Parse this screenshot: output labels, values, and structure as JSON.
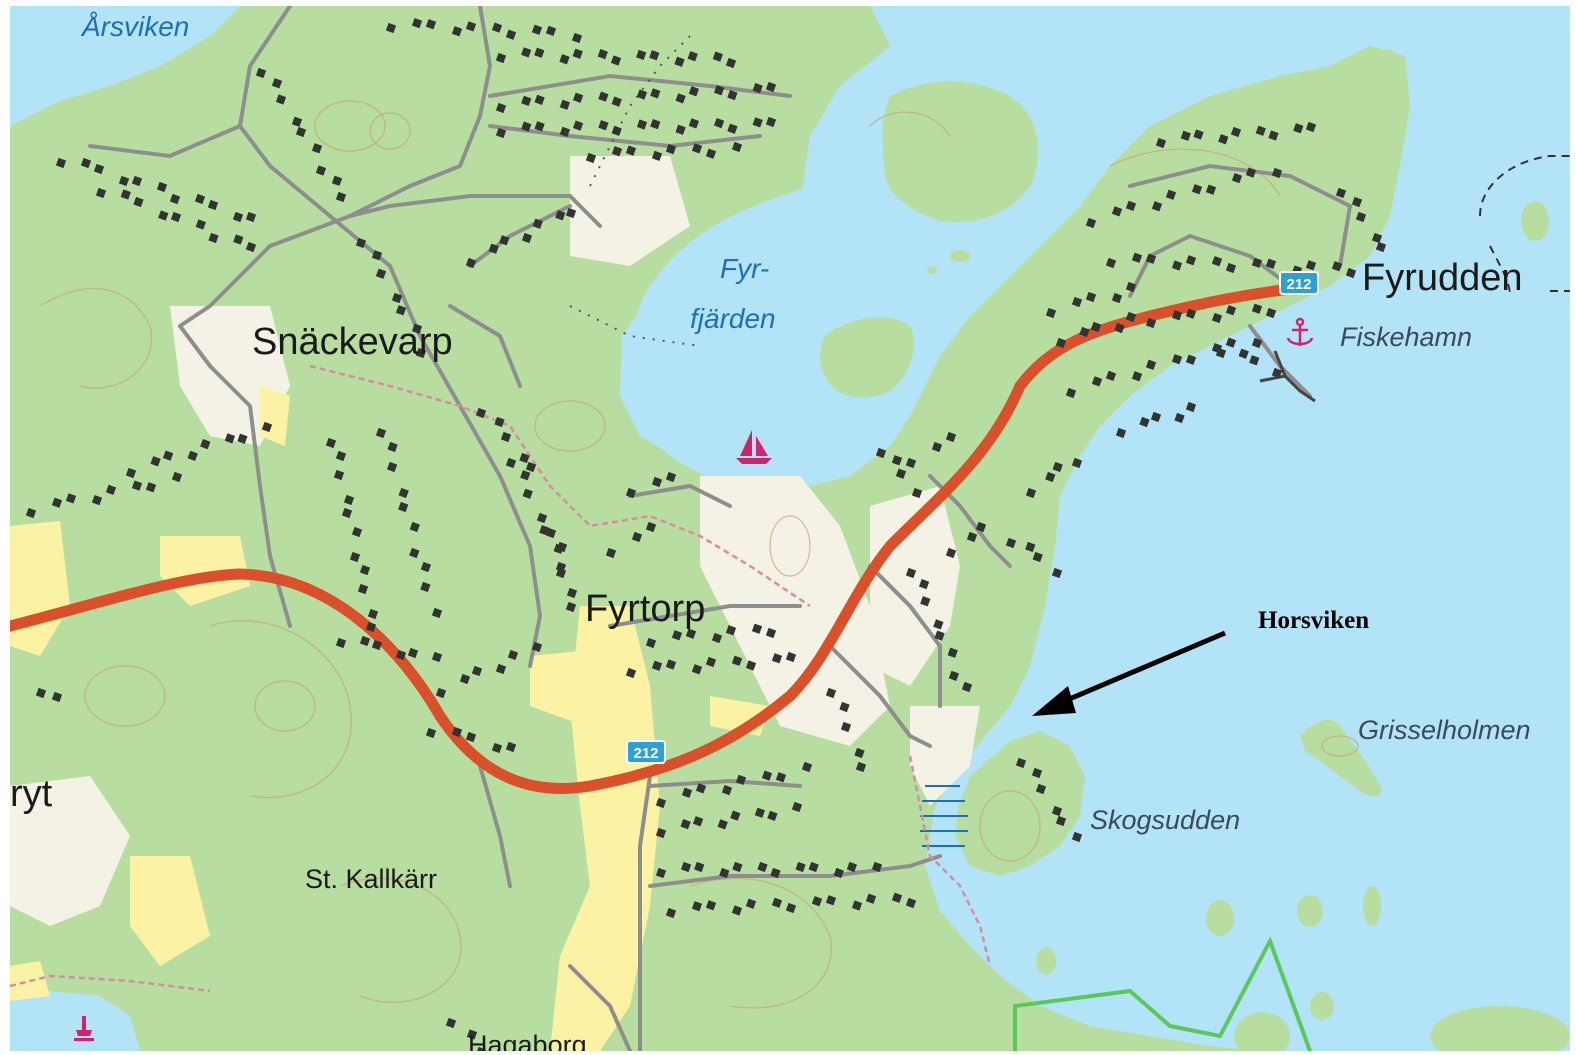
{
  "colors": {
    "water": "#b3e3f6",
    "forest": "#b7dea0",
    "open_land": "#f4f2e4",
    "farmland": "#fbf3a3",
    "road_main": "#d9502a",
    "road_minor": "#8e8e8e",
    "building": "#333333",
    "water_text": "#1e6fb8",
    "reserve_border": "#5cc85a",
    "marina_symbol": "#d0236e"
  },
  "labels": {
    "arsviken": "Årsviken",
    "snackevarp": "Snäckevarp",
    "fyr": "Fyr-",
    "fjarden": "fjärden",
    "fyrudden": "Fyrudden",
    "fiskehamn": "Fiskehamn",
    "fyrtorp": "Fyrtorp",
    "horsviken": "Horsviken",
    "grisselholmen": "Grisselholmen",
    "skogsudden": "Skogsudden",
    "st_kallkarr": "St. Kallkärr",
    "hagaborg": "Hagaborg",
    "ryt": "ryt"
  },
  "road_shields": [
    {
      "number": "212"
    },
    {
      "number": "212"
    }
  ],
  "icons": [
    "sailboat-icon",
    "anchor-icon",
    "marina-icon",
    "arrow-icon"
  ]
}
